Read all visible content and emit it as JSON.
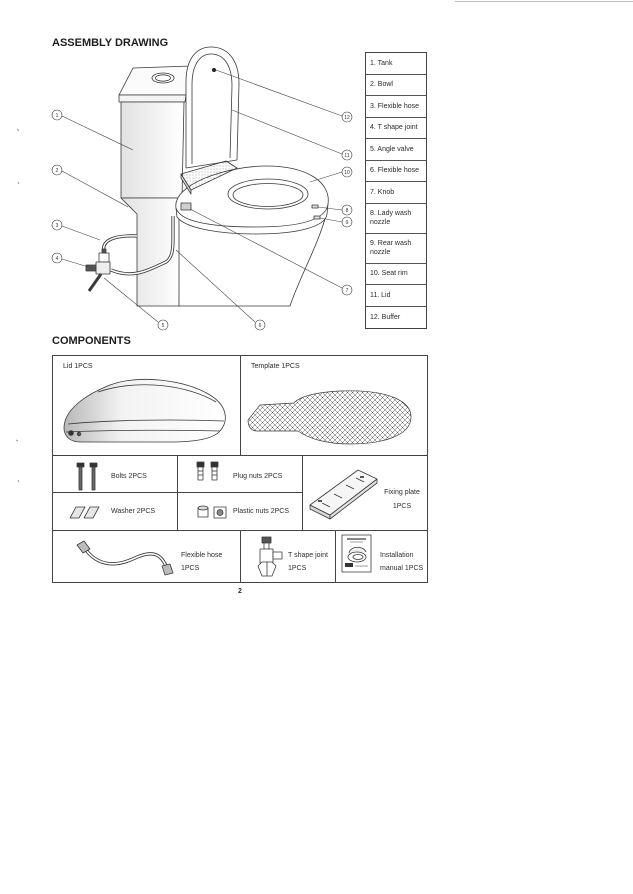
{
  "page": {
    "assembly_title": "ASSEMBLY DRAWING",
    "components_title": "COMPONENTS",
    "page_number": "2"
  },
  "legend": {
    "items": [
      {
        "lines": [
          "1. Tank"
        ]
      },
      {
        "lines": [
          "2. Bowl"
        ]
      },
      {
        "lines": [
          "3. Flexible hose"
        ]
      },
      {
        "lines": [
          "4. T shape joint"
        ]
      },
      {
        "lines": [
          "5. Angle valve"
        ]
      },
      {
        "lines": [
          "6. Flexible hose"
        ]
      },
      {
        "lines": [
          "7. Knob"
        ]
      },
      {
        "lines": [
          "8. Lady wash",
          "nozzle"
        ]
      },
      {
        "lines": [
          "9. Rear wash",
          "nozzle"
        ]
      },
      {
        "lines": [
          "10. Seat rim"
        ]
      },
      {
        "lines": [
          "11. Lid"
        ]
      },
      {
        "lines": [
          "12. Buffer"
        ]
      }
    ]
  },
  "callouts": [
    "1",
    "2",
    "3",
    "4",
    "5",
    "6",
    "7",
    "8",
    "9",
    "10",
    "11",
    "12"
  ],
  "components": {
    "lid": {
      "label": "Lid 1PCS"
    },
    "template": {
      "label": "Template 1PCS"
    },
    "bolts": {
      "label": "Bolts 2PCS"
    },
    "plug_nuts": {
      "label": "Plug nuts 2PCS"
    },
    "washer": {
      "label": "Washer 2PCS"
    },
    "plastic_nuts": {
      "label": "Plastic nuts 2PCS"
    },
    "fixing_plate": {
      "lines": [
        "Fixing plate",
        "1PCS"
      ]
    },
    "flexible_hose": {
      "lines": [
        "Flexible hose",
        "1PCS"
      ]
    },
    "t_shape_joint": {
      "lines": [
        "T shape joint",
        "1PCS"
      ]
    },
    "installation_manual": {
      "lines": [
        "Installation",
        "manual 1PCS"
      ]
    }
  },
  "colors": {
    "ink": "#3a3a3a",
    "paper": "#ffffff"
  }
}
